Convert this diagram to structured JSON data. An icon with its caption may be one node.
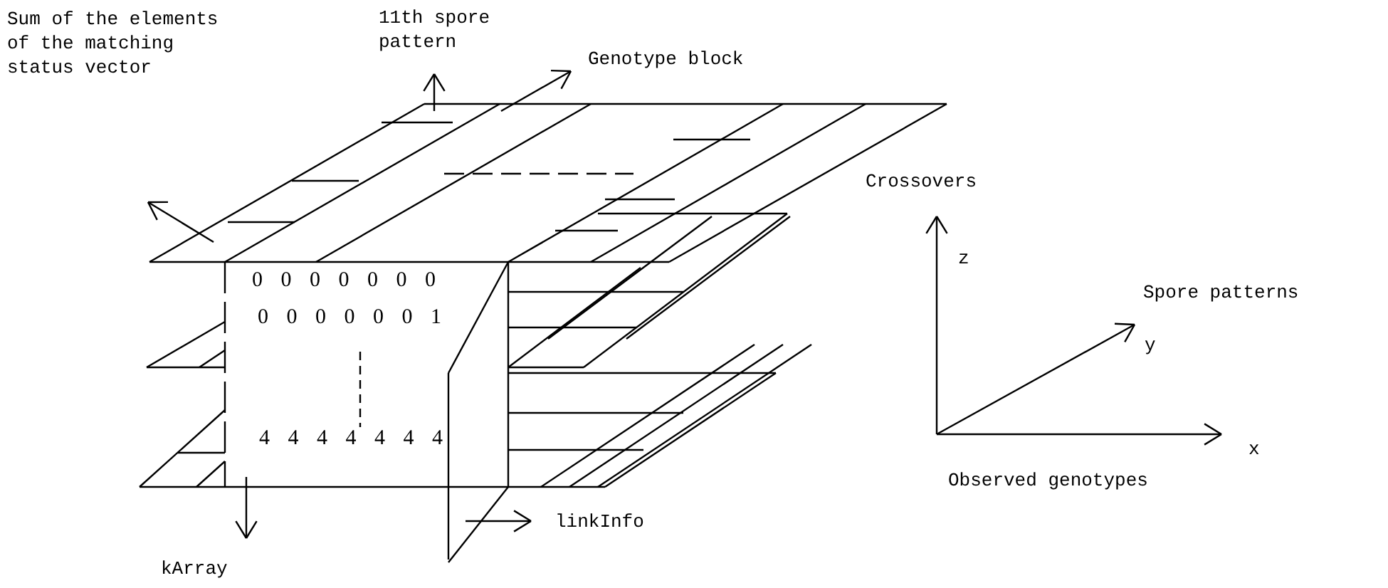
{
  "diagram": {
    "labels": [
      "Sum of the elements of the matching status vector",
      "11th spore pattern",
      "Genotype block",
      "Crossovers",
      "z",
      "Spore patterns",
      "y",
      "0 0 0 0 0 0 0",
      "0 0 0 0 0 0 1",
      "4 4 4 4 4 4 4",
      "x",
      "Observed genotypes",
      "linkInfo",
      "kArray"
    ]
  }
}
